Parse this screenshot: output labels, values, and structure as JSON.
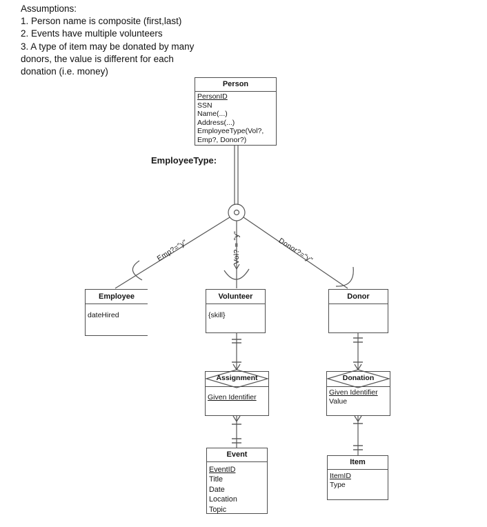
{
  "assumptions": {
    "lines": [
      "Assumptions:",
      "1. Person name is composite (first,last)",
      "2. Events have multiple volunteers",
      "3. A type of item may be donated by many",
      "donors, the value is different for each",
      "donation (i.e. money)"
    ]
  },
  "labels": {
    "employee_type": "EmployeeType:",
    "emp_edge": "Emp?=\"y\"",
    "vol_edge": "Vol? = \"y\"",
    "donor_edge": "Donor?=\"y\""
  },
  "entities": {
    "person": {
      "title": "Person",
      "attributes": [
        "PersonID",
        "SSN",
        "Name(...)",
        "Address(...)",
        "EmployeeType(Vol?,",
        "Emp?, Donor?)"
      ]
    },
    "employee": {
      "title": "Employee",
      "attributes": [
        "dateHired"
      ]
    },
    "volunteer": {
      "title": "Volunteer",
      "attributes": [
        "{skill}"
      ]
    },
    "donor": {
      "title": "Donor",
      "attributes": []
    },
    "event": {
      "title": "Event",
      "attributes": [
        "EventID",
        "Title",
        "Date",
        "Location",
        "Topic"
      ]
    },
    "item": {
      "title": "Item",
      "attributes": [
        "ItemID",
        "Type"
      ]
    }
  },
  "relationships": {
    "assignment": {
      "title": "Assignment",
      "attributes": [
        "Given Identifier"
      ]
    },
    "donation": {
      "title": "Donation",
      "attributes": [
        "Given Identifier",
        "Value"
      ]
    }
  },
  "colors": {
    "line": "#555555",
    "border": "#4d4d4d",
    "text": "#141414",
    "background": "#ffffff"
  }
}
